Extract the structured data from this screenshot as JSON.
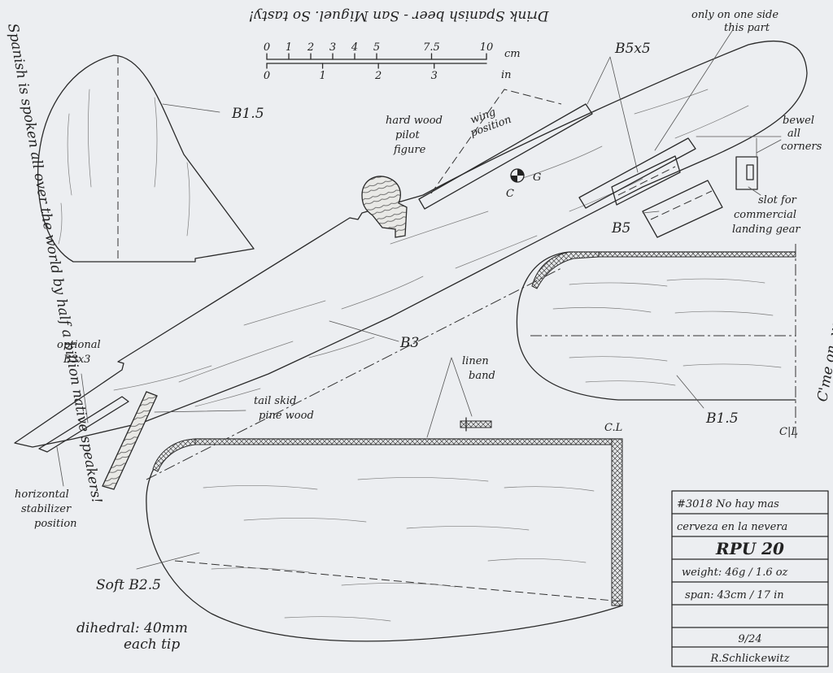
{
  "top_note": "Drink Spanish beer - San Miguel. So tasty!",
  "left_note": "Spanish is spoken all over the world by half a billion native speakers!",
  "right_note": "C'me on, you too, learn Spanish!",
  "scale_bar": {
    "cm_label": "cm",
    "in_label": "in",
    "cm_ticks": [
      "0",
      "1",
      "2",
      "3",
      "4",
      "5",
      "7.5",
      "10"
    ],
    "in_ticks": [
      "0",
      "1",
      "2",
      "3"
    ]
  },
  "labels": {
    "fin": "B1.5",
    "pilot": [
      "hard wood",
      "pilot",
      "figure"
    ],
    "wing_position": [
      "wing",
      "position"
    ],
    "b5x5": "B5x5",
    "one_side": [
      "only on one side",
      "this part"
    ],
    "bevel": [
      "bewel",
      "all",
      "corners"
    ],
    "cg_c": "C",
    "cg_g": "G",
    "slot": [
      "slot for",
      "commercial",
      "landing gear"
    ],
    "b5": "B5",
    "fuselage": "B3",
    "optional": [
      "optional",
      "B3x3"
    ],
    "tail_skid": [
      "tail skid",
      "pine wood"
    ],
    "horizontal": [
      "horizontal",
      "stabilizer",
      "position"
    ],
    "stabilizer": "B1.5",
    "linen": [
      "linen",
      "band"
    ],
    "cl_wing": "C.L",
    "cl_stab": "C|L",
    "wing": "Soft B2.5",
    "dihedral": [
      "dihedral: 40mm",
      "each tip"
    ]
  },
  "title_block": {
    "number_name_1": "#3018 No hay mas",
    "number_name_2": "cerveza en la nevera",
    "model": "RPU 20",
    "weight": "weight: 46g / 1.6 oz",
    "span": "span: 43cm / 17 in",
    "date": "9/24",
    "designer": "R.Schlickewitz"
  }
}
